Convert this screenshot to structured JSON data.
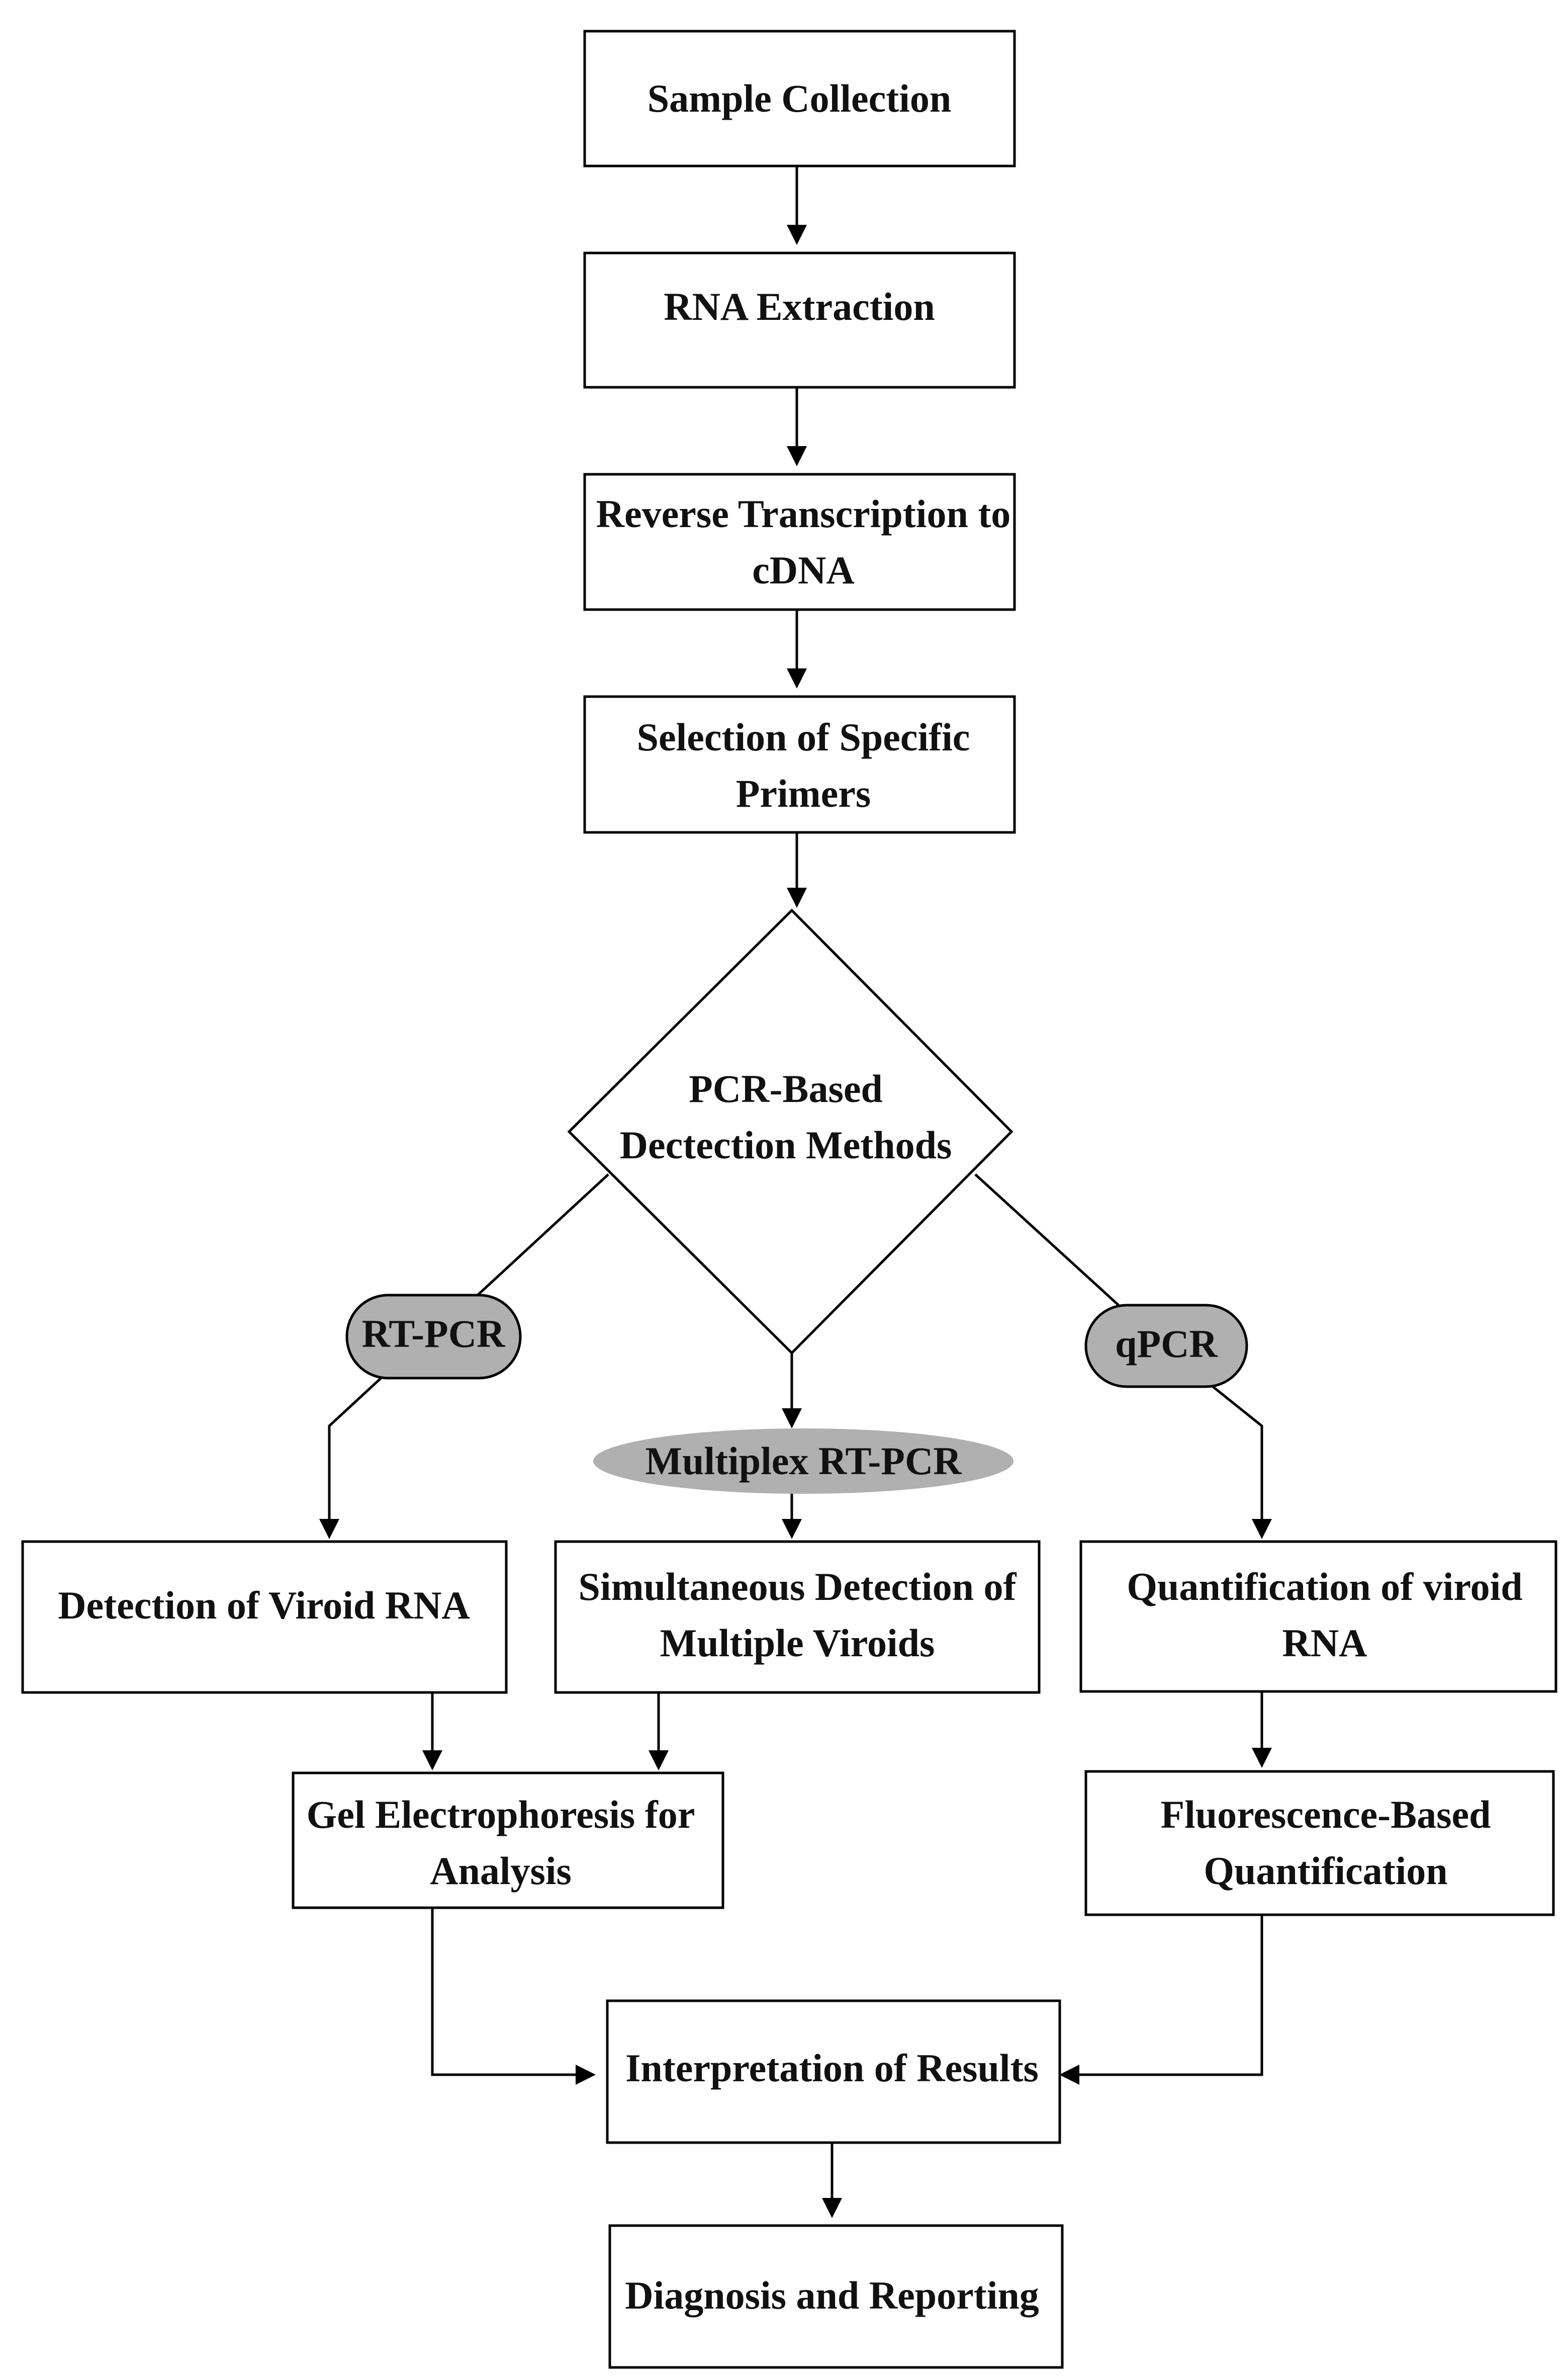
{
  "nodes": {
    "sample_collection": {
      "lines": [
        "Sample Collection"
      ]
    },
    "rna_extraction": {
      "lines": [
        "RNA Extraction"
      ]
    },
    "reverse_transcription": {
      "lines": [
        "Reverse Transcription to",
        "cDNA"
      ]
    },
    "primer_selection": {
      "lines": [
        "Selection of Specific",
        "Primers"
      ]
    },
    "pcr_methods": {
      "lines": [
        "PCR-Based",
        "Dectection Methods"
      ]
    },
    "rt_pcr": {
      "lines": [
        "RT-PCR"
      ]
    },
    "multiplex_rt_pcr": {
      "lines": [
        "Multiplex RT-PCR"
      ]
    },
    "qpcr": {
      "lines": [
        "qPCR"
      ]
    },
    "detection_viroid_rna": {
      "lines": [
        "Detection of Viroid RNA"
      ]
    },
    "simultaneous_detection": {
      "lines": [
        "Simultaneous Detection of",
        "Multiple Viroids"
      ]
    },
    "quantification_viroid_rna": {
      "lines": [
        "Quantification of viroid",
        "RNA"
      ]
    },
    "gel_electrophoresis": {
      "lines": [
        "Gel Electrophoresis for",
        "Analysis"
      ]
    },
    "fluorescence_quantification": {
      "lines": [
        "Fluorescence-Based",
        "Quantification"
      ]
    },
    "interpretation": {
      "lines": [
        "Interpretation of Results"
      ]
    },
    "diagnosis_reporting": {
      "lines": [
        "Diagnosis and Reporting"
      ]
    }
  },
  "colors": {
    "method_badge_fill": "#b0b0b0",
    "line": "#000000",
    "box_fill": "#ffffff"
  }
}
